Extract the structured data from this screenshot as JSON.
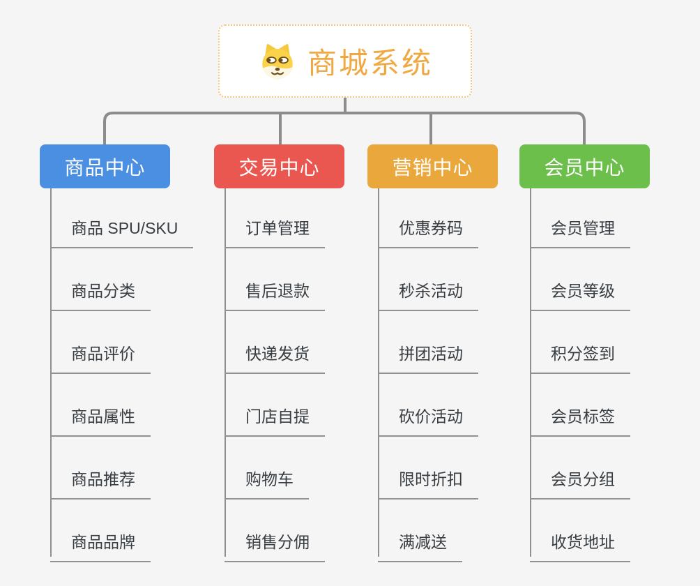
{
  "root": {
    "title": "商城系统",
    "icon": "shiba-dog-icon",
    "title_color": "#f0a843",
    "border_color": "#f6c77c"
  },
  "branches": [
    {
      "label": "商品中心",
      "color": "#4a8fe2",
      "items": [
        "商品 SPU/SKU",
        "商品分类",
        "商品评价",
        "商品属性",
        "商品推荐",
        "商品品牌"
      ]
    },
    {
      "label": "交易中心",
      "color": "#ea5751",
      "items": [
        "订单管理",
        "售后退款",
        "快递发货",
        "门店自提",
        "购物车",
        "销售分佣"
      ]
    },
    {
      "label": "营销中心",
      "color": "#eaa73c",
      "items": [
        "优惠券码",
        "秒杀活动",
        "拼团活动",
        "砍价活动",
        "限时折扣",
        "满减送"
      ]
    },
    {
      "label": "会员中心",
      "color": "#6dbf4b",
      "items": [
        "会员管理",
        "会员等级",
        "积分签到",
        "会员标签",
        "会员分组",
        "收货地址"
      ]
    }
  ],
  "colors": {
    "background": "#f5f5f5",
    "connector": "#8c8c8c",
    "leaf_line": "#919191",
    "leaf_text": "#383d42"
  }
}
